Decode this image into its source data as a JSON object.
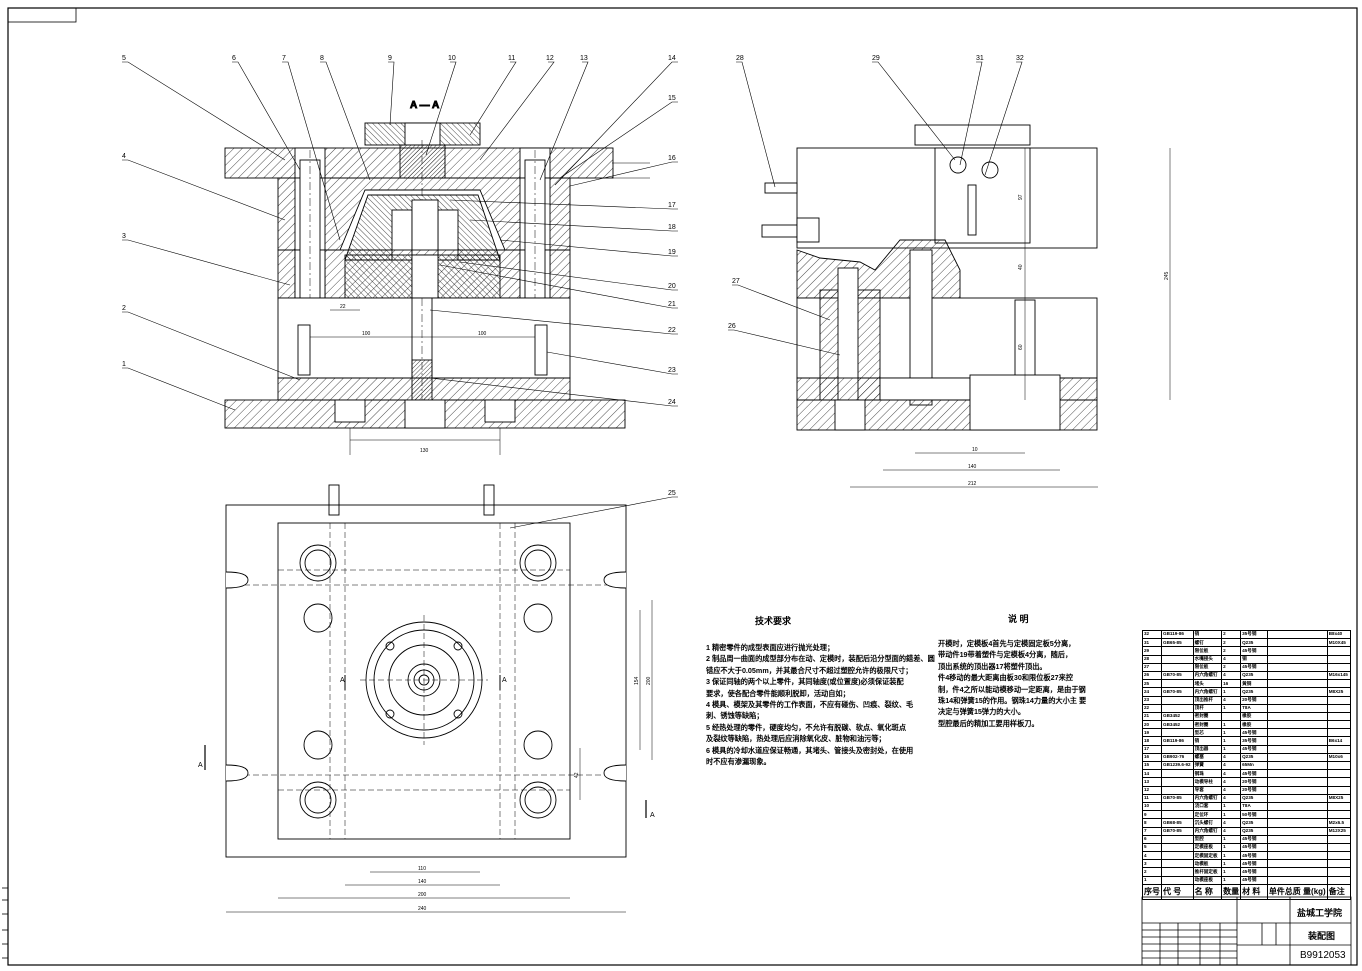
{
  "view": {
    "section_label": "A — A",
    "left_callouts": [
      "5",
      "6",
      "7",
      "8",
      "9",
      "10",
      "11",
      "12",
      "13",
      "14",
      "15",
      "16",
      "17",
      "18",
      "19",
      "20",
      "21",
      "22",
      "23",
      "24",
      "4",
      "3",
      "2",
      "1"
    ],
    "right_callouts": [
      "28",
      "29",
      "31",
      "32",
      "27",
      "26"
    ],
    "plan_callout": "25",
    "section_marks": [
      "A",
      "A",
      "A",
      "A"
    ],
    "dims_front": [
      "22",
      "100",
      "100",
      "130"
    ],
    "dims_side": [
      "10",
      "140",
      "212",
      "97",
      "40",
      "60",
      "245"
    ],
    "dims_plan": [
      "110",
      "140",
      "200",
      "240",
      "154",
      "200",
      "42"
    ]
  },
  "tech": {
    "heading": "技术要求",
    "lines": [
      "1  精密零件的成型表面应进行抛光处理；",
      "2  制品周一曲面的成型部分布在动、定模时，装配后沿分型面的錯差、圆",
      "   错应不大于0.05mm，并其最合尺寸不超过塑腔允许的极限尺寸；",
      "3  保证同轴的两个以上零件，其同轴度(或位置度)必须保证装配",
      "   要求，使各配合零件能顺利脱卸，活动自如；",
      "4  模具、模架及其零件的工作表面，不应有碰伤、凹痕、裂纹、毛",
      "   刺、锈蚀等缺陷；",
      "5  经热处理的零件，硬度均匀，不允许有脱碳、软点、氧化斑点",
      "   及裂纹等缺陷，热处理后应消除氧化皮、脏物和油污等；",
      "6  模具的冷却水道应保证畅通，其堵头、管接头及密封处，在使用",
      "   时不应有渗漏现象。"
    ]
  },
  "explain": {
    "heading": "说    明",
    "lines": [
      "      开模时，定模板4首先与定模固定板5分离，",
      "带动件19带着塑件与定模板4分离，随后，",
      "顶出系统的顶出器17将塑件顶出。",
      "      件4移动的最大距离由板30和限位板27来控",
      "制，件4之所以能动模移动一定距离，是由于钢",
      "珠14和弹簧15的作用。钢珠14力量的大小主  要",
      "决定与弹簧15弹力的大小。",
      "      型腔最后的精加工要用样板刀。"
    ]
  },
  "bom": {
    "rows": [
      [
        "32",
        "GB119-86",
        "销",
        "2",
        "35号钢",
        "",
        "B8x40"
      ],
      [
        "31",
        "GB65-85",
        "螺钉",
        "2",
        "Q235",
        "",
        "M10X45"
      ],
      [
        "29",
        "",
        "限位板",
        "2",
        "45号钢",
        "",
        ""
      ],
      [
        "28",
        "",
        "水嘴接头",
        "4",
        "铜",
        "",
        ""
      ],
      [
        "27",
        "",
        "限位板",
        "2",
        "45号钢",
        "",
        ""
      ],
      [
        "26",
        "GB70-85",
        "内六角螺钉",
        "4",
        "Q235",
        "",
        "M16x145"
      ],
      [
        "25",
        "",
        "堵头",
        "16",
        "黄铜",
        "",
        ""
      ],
      [
        "24",
        "GB70-85",
        "内六角螺钉",
        "1",
        "Q235",
        "",
        "M8X25"
      ],
      [
        "23",
        "",
        "顶出推杆",
        "4",
        "20号钢",
        "",
        ""
      ],
      [
        "22",
        "",
        "顶杆",
        "1",
        "T8A",
        "",
        ""
      ],
      [
        "21",
        "GB3452",
        "密封圈",
        "",
        "橡胶",
        "",
        ""
      ],
      [
        "20",
        "GB3452",
        "密封圈",
        "1",
        "橡胶",
        "",
        ""
      ],
      [
        "19",
        "",
        "型芯",
        "1",
        "45号钢",
        "",
        ""
      ],
      [
        "18",
        "GB119-86",
        "销",
        "1",
        "35号钢",
        "",
        "B6x14"
      ],
      [
        "17",
        "",
        "顶出器",
        "1",
        "45号钢",
        "",
        ""
      ],
      [
        "16",
        "GB902-76",
        "螺塞",
        "4",
        "Q235",
        "",
        "M10x6"
      ],
      [
        "15",
        "GB1239.6-92",
        "弹簧",
        "4",
        "65Mn",
        "",
        ""
      ],
      [
        "14",
        "",
        "钢珠",
        "4",
        "45号钢",
        "",
        ""
      ],
      [
        "13",
        "",
        "动模导柱",
        "4",
        "20号钢",
        "",
        ""
      ],
      [
        "12",
        "",
        "导套",
        "4",
        "20号钢",
        "",
        ""
      ],
      [
        "11",
        "GB70-85",
        "内六角螺钉",
        "4",
        "Q235",
        "",
        "M8X25"
      ],
      [
        "10",
        "",
        "浇口套",
        "1",
        "T8A",
        "",
        ""
      ],
      [
        "9",
        "",
        "定位环",
        "1",
        "50号钢",
        "",
        ""
      ],
      [
        "8",
        "GB68-85",
        "沉头螺钉",
        "4",
        "Q235",
        "",
        "M2x6.5"
      ],
      [
        "7",
        "GB70-85",
        "内六角螺钉",
        "4",
        "Q235",
        "",
        "M12X25"
      ],
      [
        "6",
        "",
        "型腔",
        "1",
        "45号钢",
        "",
        ""
      ],
      [
        "5",
        "",
        "定模座板",
        "1",
        "45号钢",
        "",
        ""
      ],
      [
        "4",
        "",
        "定模固定板",
        "1",
        "45号钢",
        "",
        ""
      ],
      [
        "3",
        "",
        "动模板",
        "1",
        "45号钢",
        "",
        ""
      ],
      [
        "2",
        "",
        "推杆固定板",
        "1",
        "45号钢",
        "",
        ""
      ],
      [
        "1",
        "",
        "动模座板",
        "1",
        "45号钢",
        "",
        ""
      ]
    ],
    "header": [
      "序号",
      "代  号",
      "名  称",
      "数量",
      "材  料",
      "单件总质 量(kg)",
      "备注"
    ]
  },
  "titleblock": {
    "school": "盐城工学院",
    "drawing_name": "装配图",
    "drawing_no": "B9912053"
  }
}
